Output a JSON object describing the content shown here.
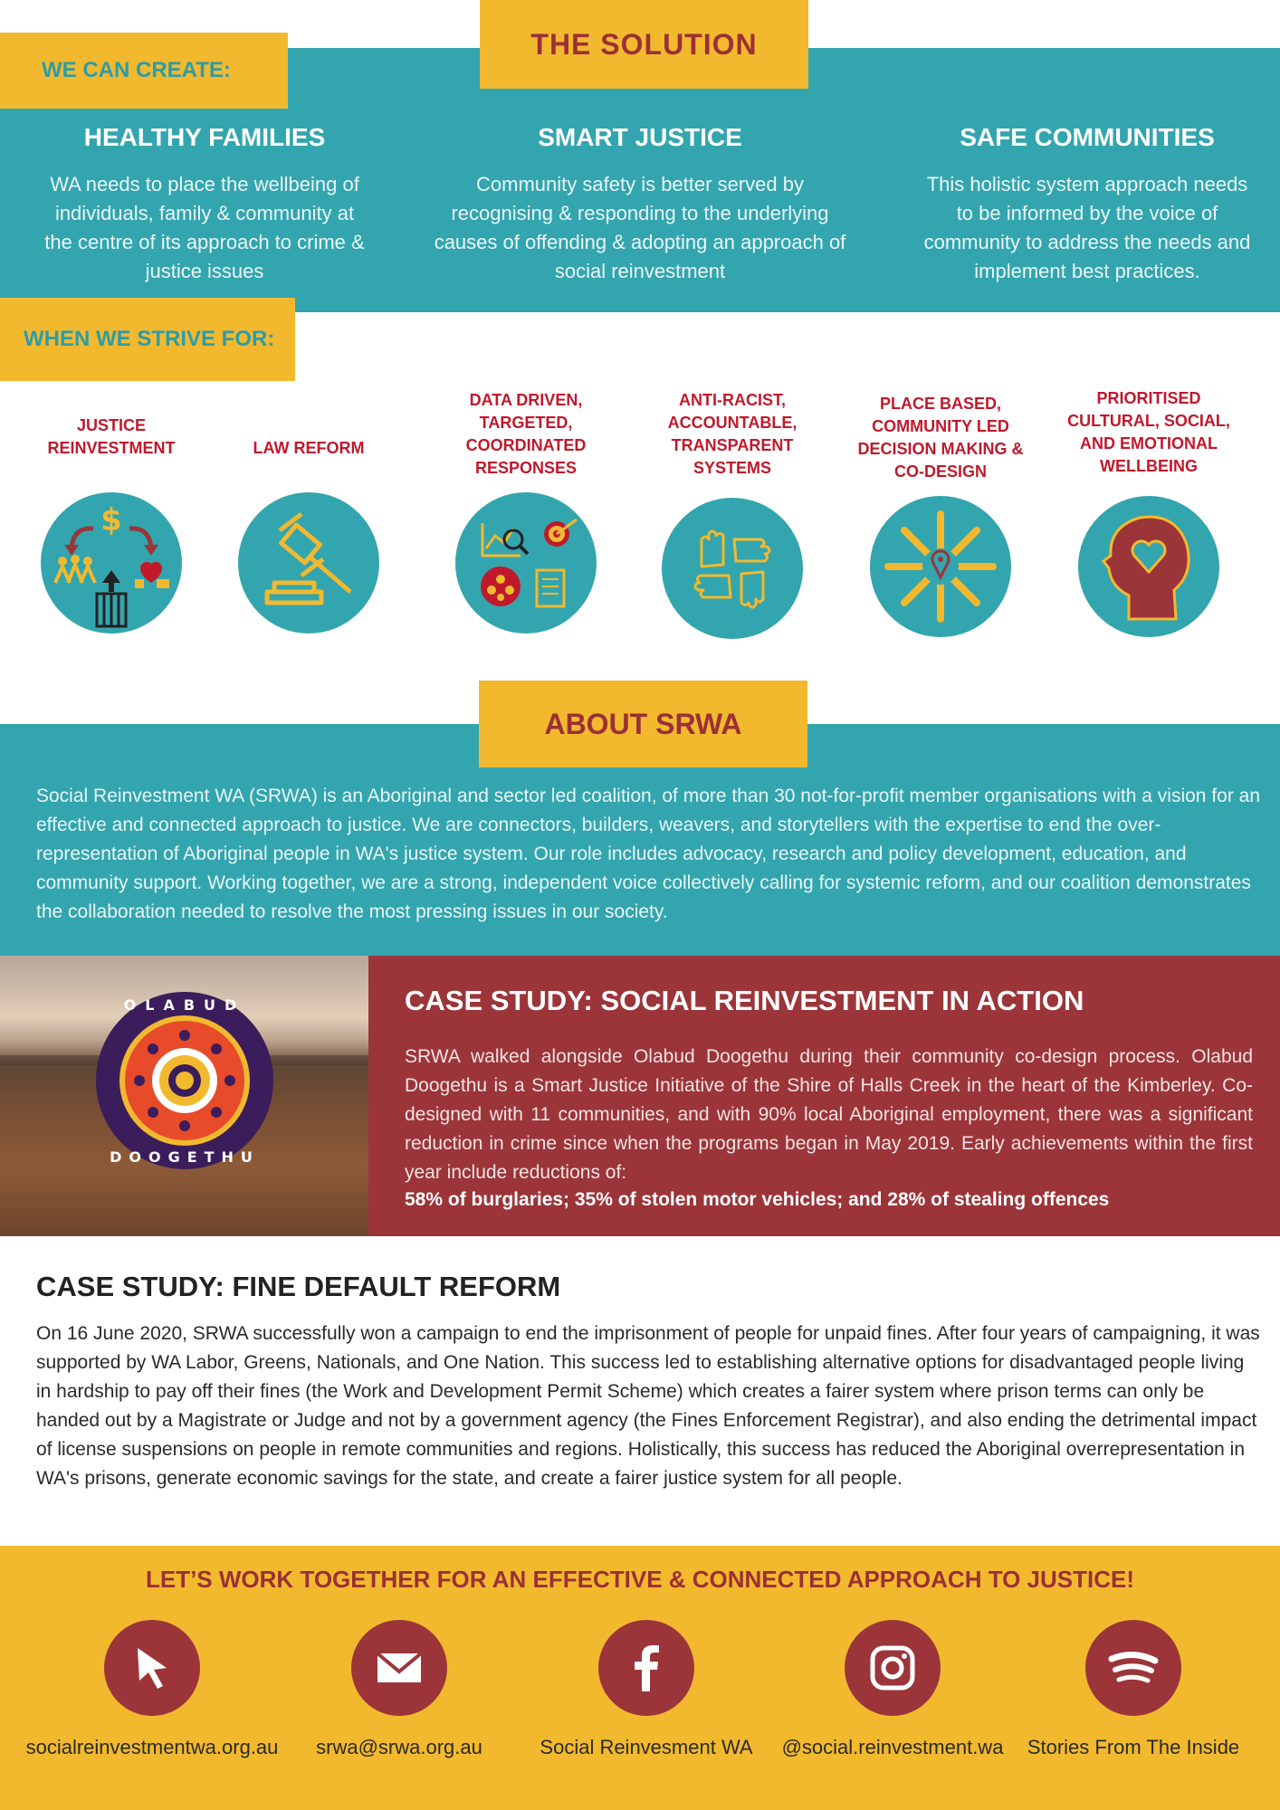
{
  "solution": {
    "heading": "THE SOLUTION",
    "create_label": "WE CAN CREATE:",
    "pillars": [
      {
        "title": "HEALTHY FAMILIES",
        "text": "WA needs to place the wellbeing of individuals, family & community at the centre of its approach to crime & justice issues"
      },
      {
        "title": "SMART JUSTICE",
        "text": "Community safety is better served by recognising & responding to the underlying causes of offending & adopting an approach of social reinvestment"
      },
      {
        "title": "SAFE COMMUNITIES",
        "text": "This holistic system approach needs to be informed by the voice of community to address the needs and implement best practices."
      }
    ]
  },
  "strive": {
    "label": "WHEN WE STRIVE FOR:",
    "items": [
      {
        "label": "JUSTICE REINVESTMENT",
        "icon": "reinvestment-icon"
      },
      {
        "label": "LAW REFORM",
        "icon": "gavel-icon"
      },
      {
        "label": "DATA DRIVEN, TARGETED, COORDINATED RESPONSES",
        "icon": "data-icon"
      },
      {
        "label": "ANTI-RACIST, ACCOUNTABLE, TRANSPARENT SYSTEMS",
        "icon": "hands-icon"
      },
      {
        "label": "PLACE BASED, COMMUNITY LED DECISION MAKING & CO-DESIGN",
        "icon": "community-pin-icon"
      },
      {
        "label": "PRIORITISED CULTURAL, SOCIAL, AND EMOTIONAL WELLBEING",
        "icon": "heart-head-icon"
      }
    ]
  },
  "about": {
    "heading": "ABOUT SRWA",
    "text": "Social Reinvestment WA (SRWA) is an Aboriginal and sector led coalition, of more than 30 not-for-profit member organisations with a vision for an effective and connected approach to justice. We are connectors, builders, weavers, and storytellers with the expertise to end the over-representation of Aboriginal people in WA's justice system. Our role includes advocacy, research and policy development, education, and community support. Working together, we are a strong, independent voice collectively calling for systemic reform, and our coalition demonstrates the collaboration needed to resolve the most pressing issues in our society."
  },
  "case1": {
    "title": "CASE STUDY: SOCIAL REINVESTMENT IN ACTION",
    "logo_text": "OLABUD DOOGETHU",
    "text": "SRWA walked  alongside Olabud Doogethu during their community co-design process. Olabud Doogethu is a Smart Justice Initiative of the Shire of Halls Creek in the heart of the Kimberley. Co-designed with 11 communities, and with 90% local Aboriginal employment, there was a significant reduction in crime since when the programs began in May 2019. Early achievements within the first year include reductions of:",
    "highlight": "58% of burglaries; 35% of stolen motor vehicles; and 28% of stealing offences"
  },
  "case2": {
    "title": "CASE STUDY: FINE DEFAULT REFORM",
    "text": "On 16 June 2020, SRWA successfully won a campaign to end the imprisonment of people for unpaid fines. After four years of campaigning, it was supported by WA Labor, Greens, Nationals, and One Nation. This success led to establishing alternative options for disadvantaged people living in hardship to pay off their fines (the Work and Development Permit Scheme) which creates a fairer system where prison terms can only be handed out by a Magistrate or Judge and not by a government agency (the Fines Enforcement Registrar), and also ending the detrimental impact of license suspensions on people in remote communities and regions. Holistically, this success has reduced the Aboriginal overrepresentation in WA's prisons, generate economic savings for the state, and create a fairer justice system for all people."
  },
  "footer": {
    "title": "LET’S WORK TOGETHER FOR AN EFFECTIVE & CONNECTED APPROACH TO JUSTICE!",
    "contacts": [
      {
        "label": "socialreinvestmentwa.org.au",
        "icon": "cursor-icon"
      },
      {
        "label": "srwa@srwa.org.au",
        "icon": "mail-icon"
      },
      {
        "label": "Social Reinvesment WA",
        "icon": "facebook-icon"
      },
      {
        "label": "@social.reinvestment.wa",
        "icon": "instagram-icon"
      },
      {
        "label": "Stories From The Inside",
        "icon": "spotify-icon"
      }
    ]
  },
  "colors": {
    "teal": "#33a5ae",
    "yellow": "#f2b92f",
    "maroon": "#9b3539",
    "red_label": "#c0192c"
  }
}
